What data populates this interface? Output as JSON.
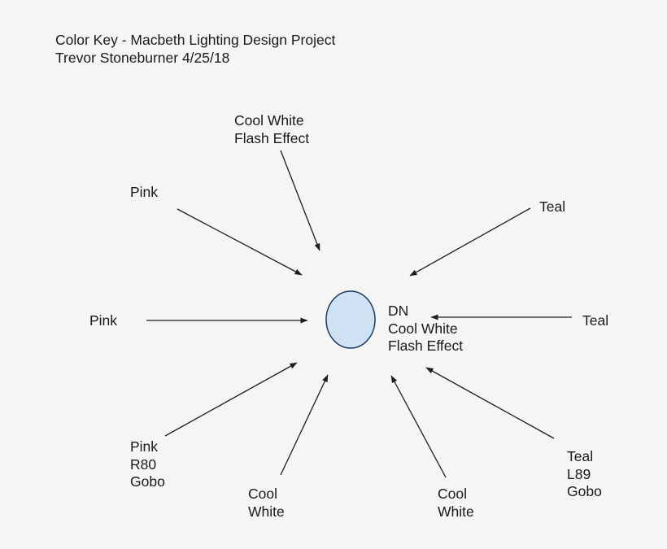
{
  "document": {
    "background_color": "#f5f5f5",
    "text_color": "#1a1a1a"
  },
  "title": {
    "line1": "Color Key - Macbeth Lighting Design Project",
    "line2": "Trevor Stoneburner 4/25/18"
  },
  "hub": {
    "shape": "circle",
    "fill_color": "#cfe2f3",
    "stroke_color": "#1f3a5f",
    "label": {
      "line1": "DN",
      "line2": "Cool White",
      "line3": "Flash Effect"
    }
  },
  "nodes": [
    {
      "id": "pink-upper-left",
      "lines": [
        "Pink"
      ],
      "position": "upper-left"
    },
    {
      "id": "cool-white-flash-top",
      "lines": [
        "Cool White",
        "Flash Effect"
      ],
      "position": "top"
    },
    {
      "id": "teal-upper-right",
      "lines": [
        "Teal"
      ],
      "position": "upper-right"
    },
    {
      "id": "pink-left",
      "lines": [
        "Pink"
      ],
      "position": "left"
    },
    {
      "id": "teal-right",
      "lines": [
        "Teal"
      ],
      "position": "right"
    },
    {
      "id": "pink-r80-gobo-lower-left",
      "lines": [
        "Pink",
        "R80",
        "Gobo"
      ],
      "position": "lower-left"
    },
    {
      "id": "cool-white-bottom-left",
      "lines": [
        "Cool",
        "White"
      ],
      "position": "bottom-left"
    },
    {
      "id": "cool-white-bottom-right",
      "lines": [
        "Cool",
        "White"
      ],
      "position": "bottom-right"
    },
    {
      "id": "teal-l89-gobo-lower-right",
      "lines": [
        "Teal",
        "L89",
        "Gobo"
      ],
      "position": "lower-right"
    }
  ]
}
